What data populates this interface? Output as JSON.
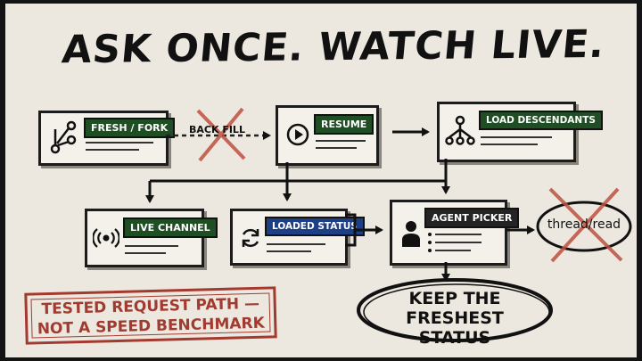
{
  "title": "ASK ONCE. WATCH LIVE.",
  "nodes": {
    "fresh_fork": "FRESH / FORK",
    "resume": "RESUME",
    "load_descendants": "LOAD DESCENDANTS",
    "live_channel": "LIVE CHANNEL",
    "loaded_status": "LOADED STATUS",
    "agent_picker": "AGENT PICKER"
  },
  "edges": {
    "backfill": "BACK FILL"
  },
  "rejected": {
    "thread_read": "thread/read"
  },
  "outcome": {
    "line1": "KEEP THE",
    "line2": "FRESHEST STATUS"
  },
  "stamp": {
    "line1": "TESTED REQUEST PATH —",
    "line2": "NOT A SPEED BENCHMARK"
  },
  "colors": {
    "tag_green": "#1f4d24",
    "tag_blue": "#1d3f86",
    "cross_red": "#c0503f",
    "stamp_red": "#a33a2f"
  }
}
